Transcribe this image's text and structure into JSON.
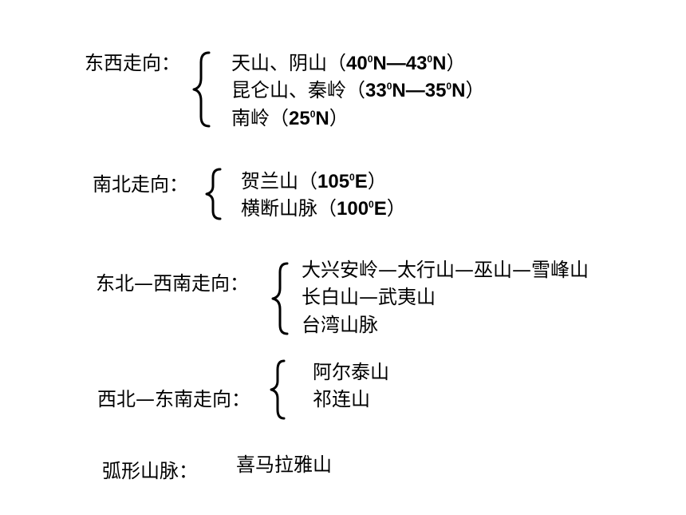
{
  "groups": [
    {
      "label": "东西走向：",
      "items": [
        {
          "name": "天山、阴山",
          "open": "（",
          "coord": "40",
          "sup": "0",
          "mid": "N—43",
          "sup2": "0",
          "end": "N",
          "close": "）"
        },
        {
          "name": "昆仑山、秦岭",
          "open": "（",
          "coord": "33",
          "sup": "0",
          "mid": "N—35",
          "sup2": "0",
          "end": "N",
          "close": "）"
        },
        {
          "name": "南岭",
          "open": "（",
          "coord": "25",
          "sup": "0",
          "mid": "",
          "sup2": "",
          "end": "N",
          "close": "）"
        }
      ]
    },
    {
      "label": "南北走向：",
      "items": [
        {
          "name": "贺兰山",
          "open": "（",
          "coord": "105",
          "sup": "0",
          "end": "E",
          "close": "）"
        },
        {
          "name": "横断山脉",
          "open": "（",
          "coord": "100",
          "sup": "0",
          "end": "E",
          "close": "）"
        }
      ]
    },
    {
      "label": "东北—西南走向：",
      "items": [
        {
          "text": "大兴安岭—太行山—巫山—雪峰山"
        },
        {
          "text": "长白山—武夷山"
        },
        {
          "text": "台湾山脉"
        }
      ]
    },
    {
      "label": "西北—东南走向：",
      "items": [
        {
          "text": "阿尔泰山"
        },
        {
          "text": "祁连山"
        }
      ]
    },
    {
      "label": "弧形山脉：",
      "items": [
        {
          "text": "喜马拉雅山"
        }
      ]
    }
  ]
}
